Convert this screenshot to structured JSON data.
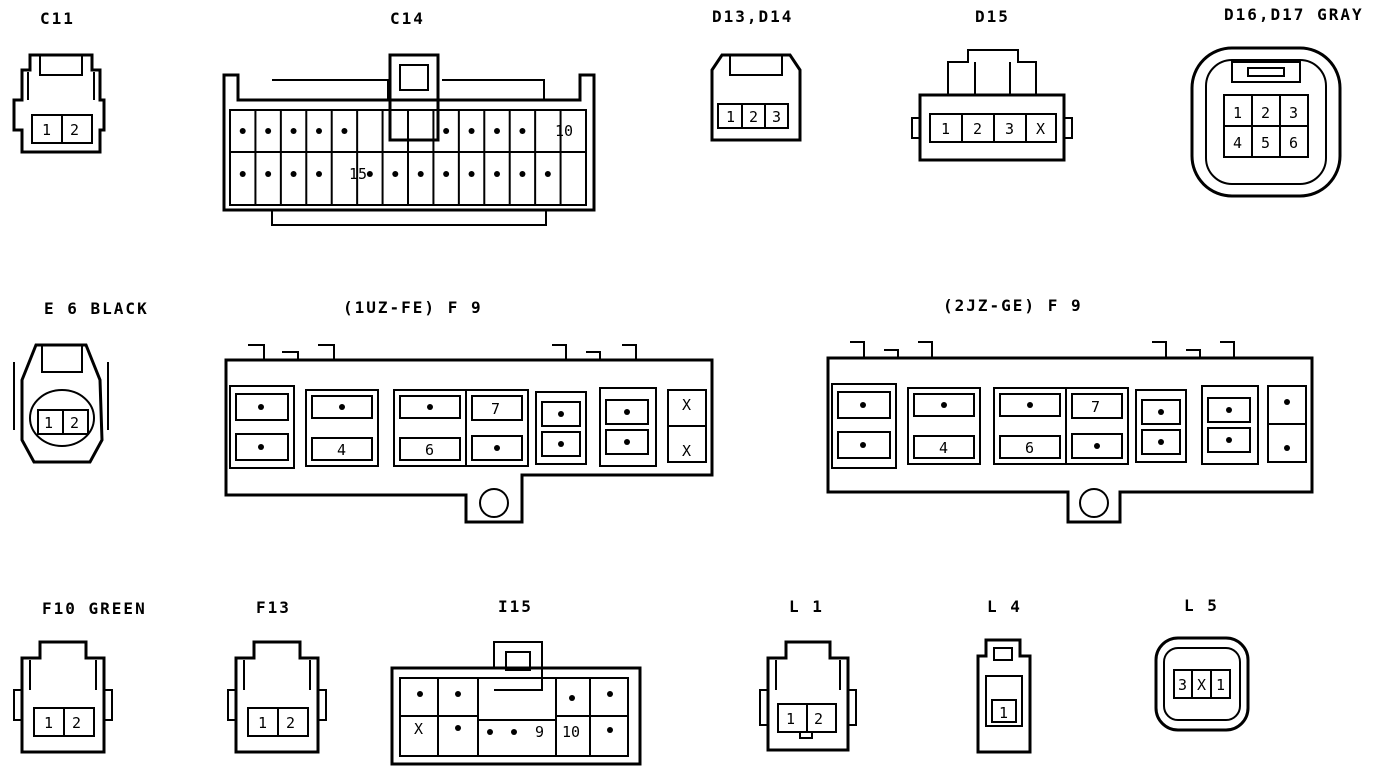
{
  "labels": {
    "c11": "C11",
    "c14": "C14",
    "d13d14": "D13,D14",
    "d15": "D15",
    "d16d17": "D16,D17 GRAY",
    "e6": "E 6 BLACK",
    "f9_1uz": "(1UZ-FE) F 9",
    "f9_2jz": "(2JZ-GE) F 9",
    "f10": "F10 GREEN",
    "f13": "F13",
    "i15": "I15",
    "l1": "L 1",
    "l4": "L 4",
    "l5": "L 5"
  },
  "pins": {
    "c11": [
      "1",
      "2"
    ],
    "c14": {
      "top_last": "10",
      "bottom_mid": "15"
    },
    "d13d14": [
      "1",
      "2",
      "3"
    ],
    "d15": [
      "1",
      "2",
      "3",
      "X"
    ],
    "d16d17": [
      "1",
      "2",
      "3",
      "4",
      "5",
      "6"
    ],
    "e6": [
      "1",
      "2"
    ],
    "f9_1uz": {
      "p4": "4",
      "p6": "6",
      "p7": "7",
      "x1": "X",
      "x2": "X"
    },
    "f9_2jz": {
      "p4": "4",
      "p6": "6",
      "p7": "7"
    },
    "f10": [
      "1",
      "2"
    ],
    "f13": [
      "1",
      "2"
    ],
    "i15": {
      "x": "X",
      "p9": "9",
      "p10": "10"
    },
    "l1": [
      "1",
      "2"
    ],
    "l4": [
      "1"
    ],
    "l5": [
      "3",
      "X",
      "1"
    ]
  }
}
